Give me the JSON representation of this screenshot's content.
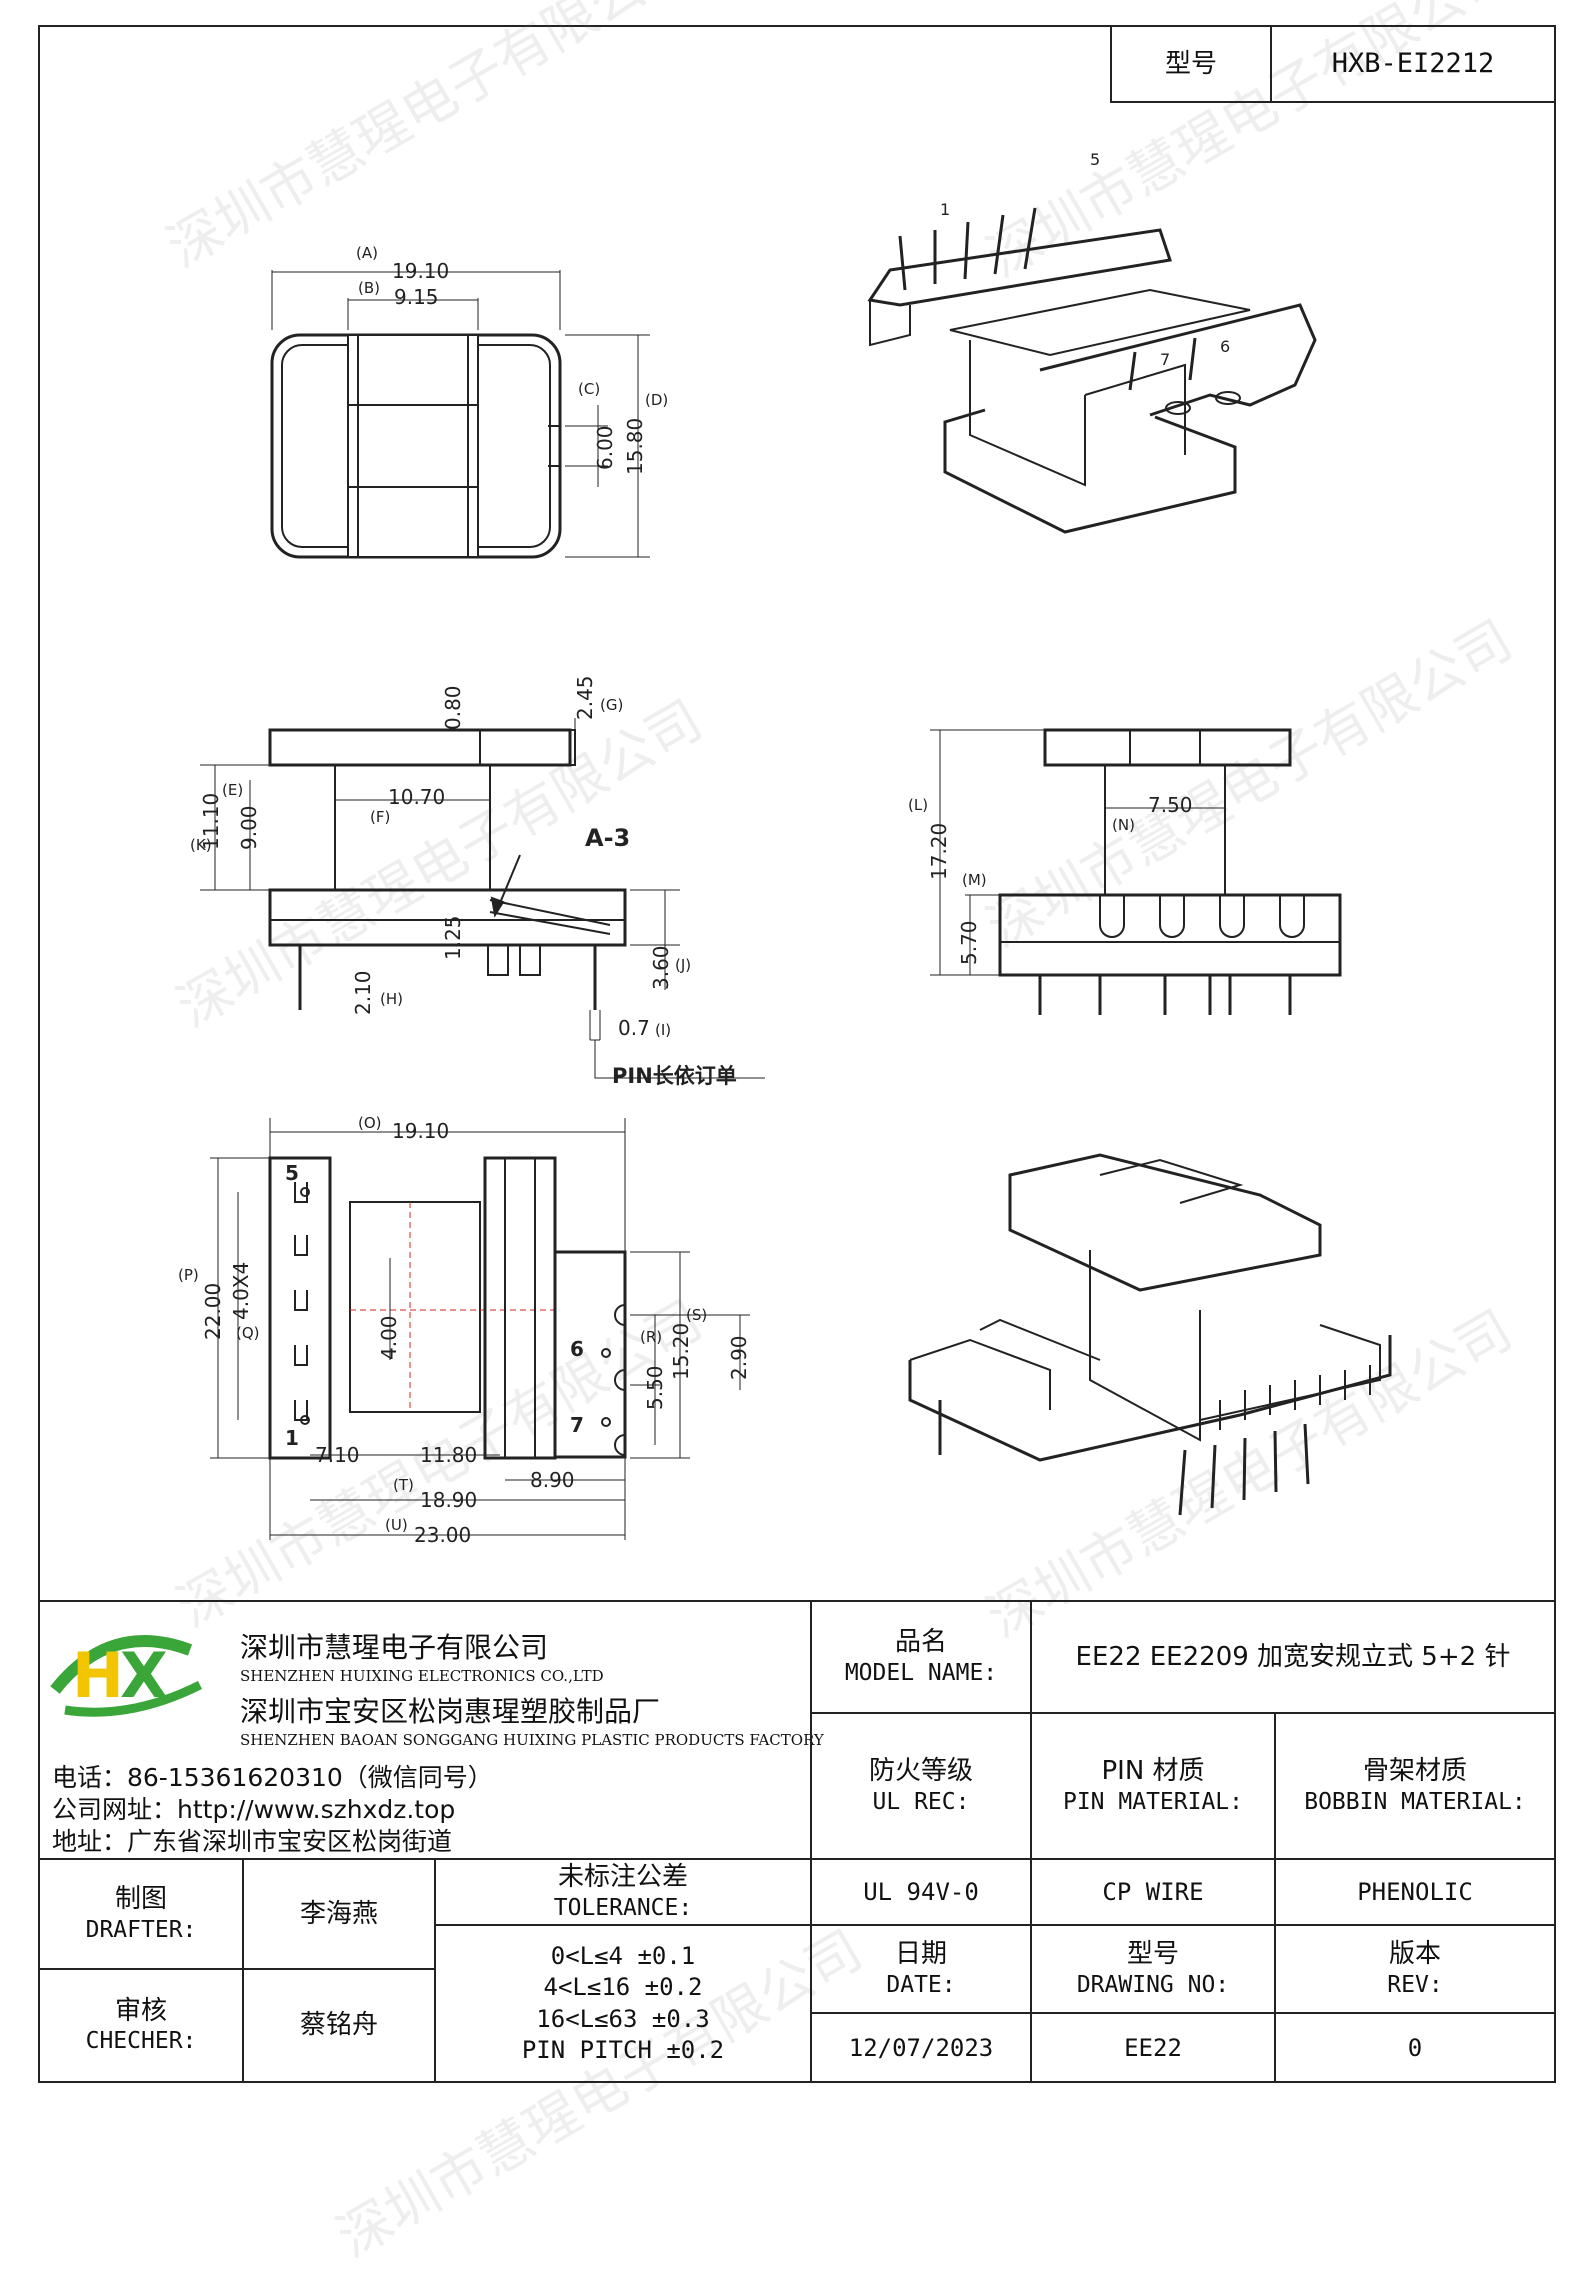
{
  "header": {
    "model_label": "型号",
    "model_value": "HXB-EI2212"
  },
  "watermark": "深圳市慧瑆电子有限公司",
  "drawing": {
    "top": {
      "a_label": "(A)",
      "a_val": "19.10",
      "b_label": "(B)",
      "b_val": "9.15",
      "c_label": "(C)",
      "c_val": "6.00",
      "d_label": "(D)",
      "d_val": "15.80"
    },
    "front": {
      "g_val": "2.45",
      "g_label": "(G)",
      "v080": "0.80",
      "f_label": "(F)",
      "f_val": "10.70",
      "e_label": "(E)",
      "e_val": "9.00",
      "k_label": "(K)",
      "k_val": "11.10",
      "a3": "A-3",
      "v125": "1.25",
      "h_label": "(H)",
      "h_val": "2.10",
      "j_label": "(J)",
      "j_val": "3.60",
      "i_val": "0.7",
      "i_label": "(I)",
      "pin_note": "PIN长依订单"
    },
    "side": {
      "l_label": "(L)",
      "l_val": "17.20",
      "n_label": "(N)",
      "n_val": "7.50",
      "m_label": "(M)",
      "m_val": "5.70"
    },
    "bottom": {
      "o_label": "(O)",
      "o_val": "19.10",
      "p_label": "(P)",
      "p_val": "22.00",
      "q_label": "(Q)",
      "q_val": "4.0X4",
      "v400": "4.00",
      "v710": "7.10",
      "v1180": "11.80",
      "t_label": "(T)",
      "t_val": "18.90",
      "v890": "8.90",
      "u_label": "(U)",
      "u_val": "23.00",
      "r_label": "(R)",
      "r_val": "5.50",
      "s_label": "(S)",
      "s_val": "15.20",
      "v290": "2.90",
      "pins": [
        "5",
        "1",
        "6",
        "7"
      ]
    },
    "iso_pins": [
      "1",
      "5",
      "7",
      "6"
    ]
  },
  "company": {
    "name_cn": "深圳市慧瑆电子有限公司",
    "name_en": "SHENZHEN HUIXING ELECTRONICS CO.,LTD",
    "factory_cn": "深圳市宝安区松岗惠瑆塑胶制品厂",
    "factory_en": "SHENZHEN BAOAN SONGGANG HUIXING PLASTIC PRODUCTS FACTORY",
    "phone": "电话：86-15361620310（微信同号）",
    "website": "公司网址：http://www.szhxdz.top",
    "address": "地址：广东省深圳市宝安区松岗街道",
    "logo_text": "HX",
    "logo_colors": {
      "green": "#3aa63a",
      "yellow": "#f2c500",
      "blue": "#1f7fc4"
    }
  },
  "table": {
    "model_name_cn": "品名",
    "model_name_en": "MODEL NAME:",
    "model_name_val": "EE22 EE2209 加宽安规立式 5+2 针",
    "ul_cn": "防火等级",
    "ul_en": "UL REC:",
    "pin_cn": "PIN 材质",
    "pin_en": "PIN MATERIAL:",
    "bobbin_cn": "骨架材质",
    "bobbin_en": "BOBBIN MATERIAL:",
    "ul_val": "UL 94V-0",
    "pin_val": "CP WIRE",
    "bobbin_val": "PHENOLIC",
    "drafter_cn": "制图",
    "drafter_en": "DRAFTER:",
    "drafter_val": "李海燕",
    "checker_cn": "审核",
    "checker_en": "CHECHER:",
    "checker_val": "蔡铭舟",
    "tol_cn": "未标注公差",
    "tol_en": "TOLERANCE:",
    "tol_lines": [
      "0<L≤4  ±0.1",
      "4<L≤16 ±0.2",
      "16<L≤63 ±0.3",
      "PIN PITCH ±0.2"
    ],
    "date_cn": "日期",
    "date_en": "DATE:",
    "drawing_cn": "型号",
    "drawing_en": "DRAWING NO:",
    "rev_cn": "版本",
    "rev_en": "REV:",
    "date_val": "12/07/2023",
    "drawing_val": "EE22",
    "rev_val": "0"
  }
}
